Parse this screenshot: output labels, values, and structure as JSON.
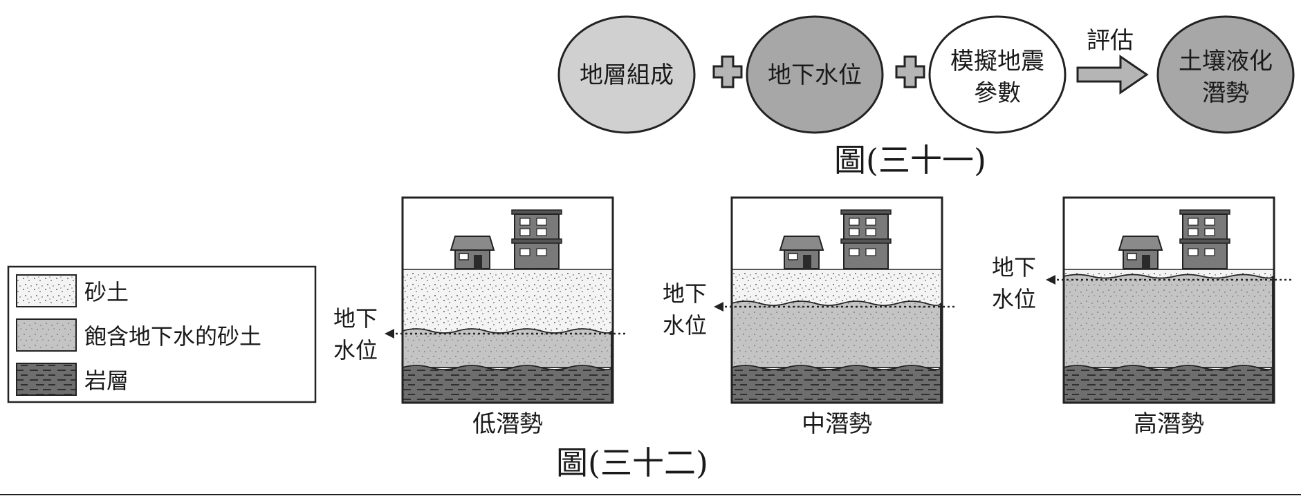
{
  "figure31": {
    "caption": "圖(三十一)",
    "nodes": [
      {
        "lines": [
          "地層組成"
        ],
        "fill": "#d0d0d0"
      },
      {
        "lines": [
          "地下水位"
        ],
        "fill": "#a7a7a7"
      },
      {
        "lines": [
          "模擬地震",
          "參數"
        ],
        "fill": "#ffffff"
      },
      {
        "lines": [
          "土壤液化",
          "潛勢"
        ],
        "fill": "#a7a7a7"
      }
    ],
    "arrow_label": "評估"
  },
  "figure32": {
    "caption": "圖(三十二)",
    "legend": {
      "sand": "砂土",
      "saturated_sand": "飽含地下水的砂土",
      "bedrock": "岩層"
    },
    "water_table_label": {
      "line1": "地下",
      "line2": "水位"
    },
    "panels": [
      {
        "label": "低潛勢",
        "water_level": "low"
      },
      {
        "label": "中潛勢",
        "water_level": "medium"
      },
      {
        "label": "高潛勢",
        "water_level": "high"
      }
    ]
  },
  "colors": {
    "sand": "#f3f3f3",
    "saturated_sand": "#c4c4c4",
    "bedrock": "#6e6e6e",
    "building": "#7a7a7a"
  }
}
